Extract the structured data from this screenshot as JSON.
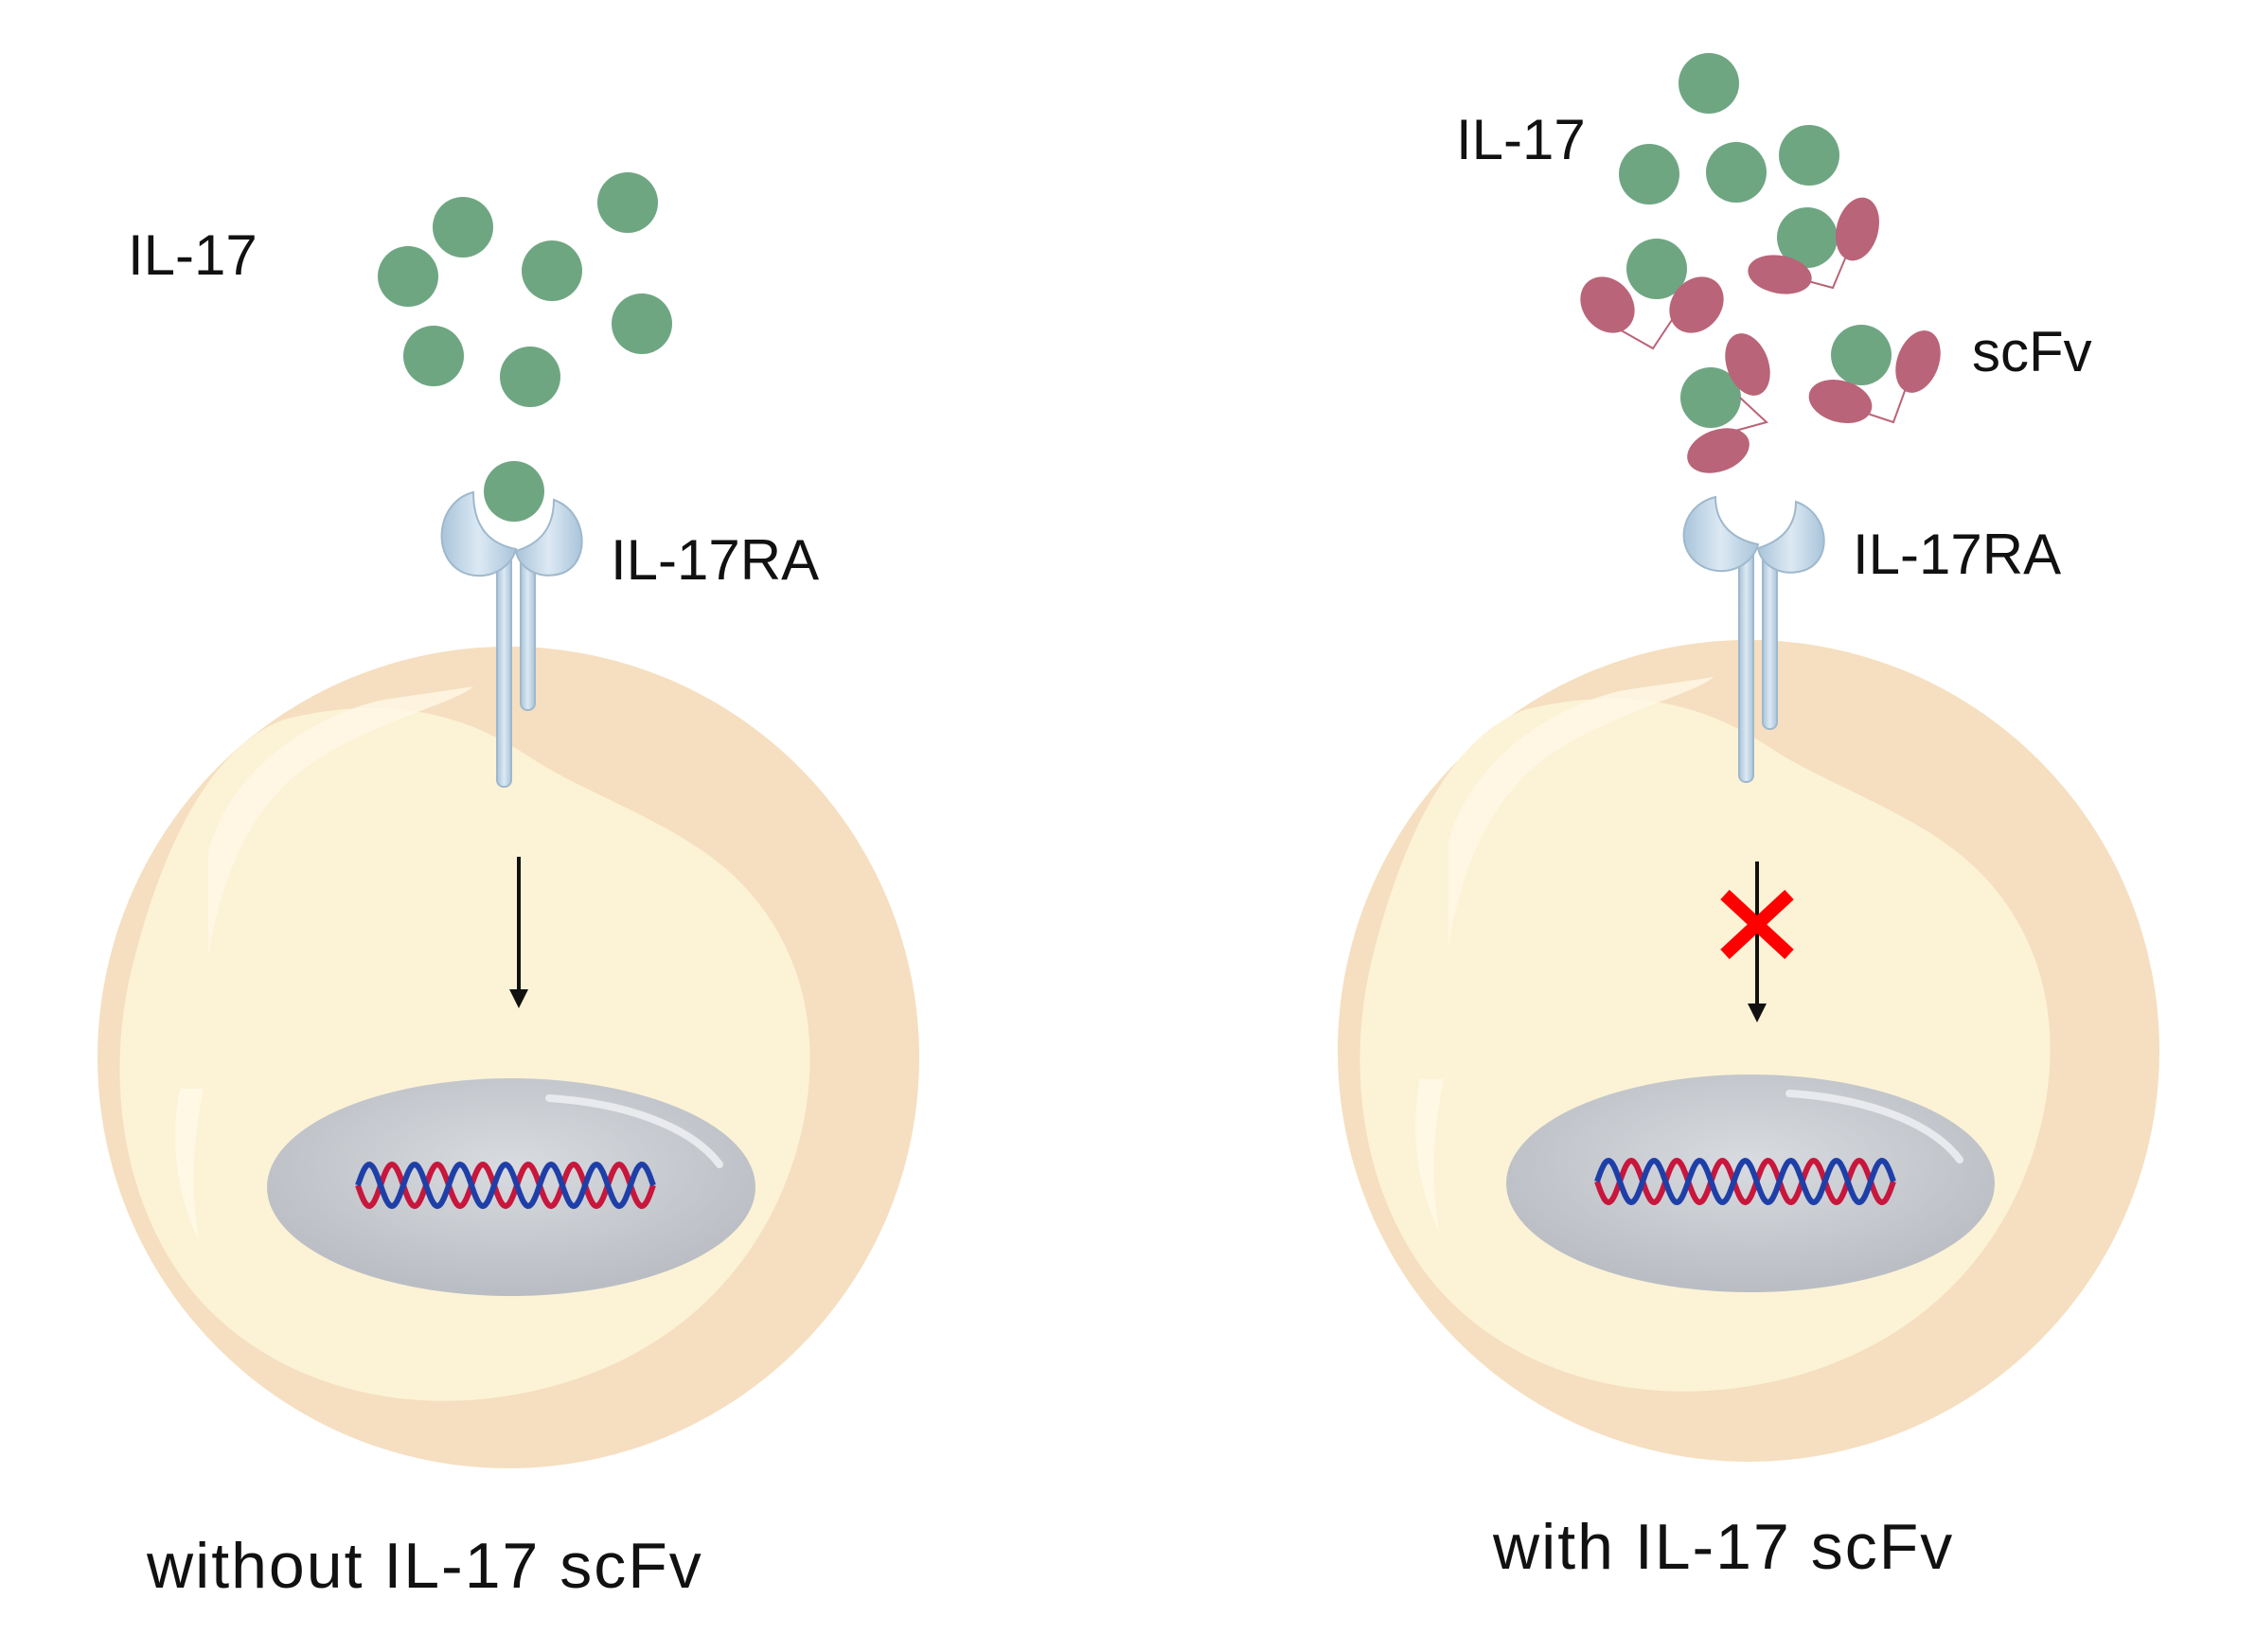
{
  "panels": [
    {
      "id": "left",
      "ligand_label": "IL-17",
      "receptor_label": "IL-17RA",
      "caption": "without IL-17 scFv",
      "signal_blocked": false
    },
    {
      "id": "right",
      "ligand_label": "IL-17",
      "antibody_label": "scFv",
      "receptor_label": "IL-17RA",
      "caption": "with IL-17 scFv",
      "signal_blocked": true
    }
  ],
  "colors": {
    "il17": "#6fa682",
    "scfv": "#b96478",
    "receptor": "#c0d6e6",
    "cell_outer": "#f5dfc0",
    "cell_inner": "#fcf3d6",
    "nucleus": "#c8ccd1",
    "dna_red": "#c8163c",
    "dna_blue": "#1f3fa8",
    "block_mark": "#ff0000"
  },
  "icons": {
    "block": "red-x-icon",
    "arrow": "down-arrow-icon"
  }
}
